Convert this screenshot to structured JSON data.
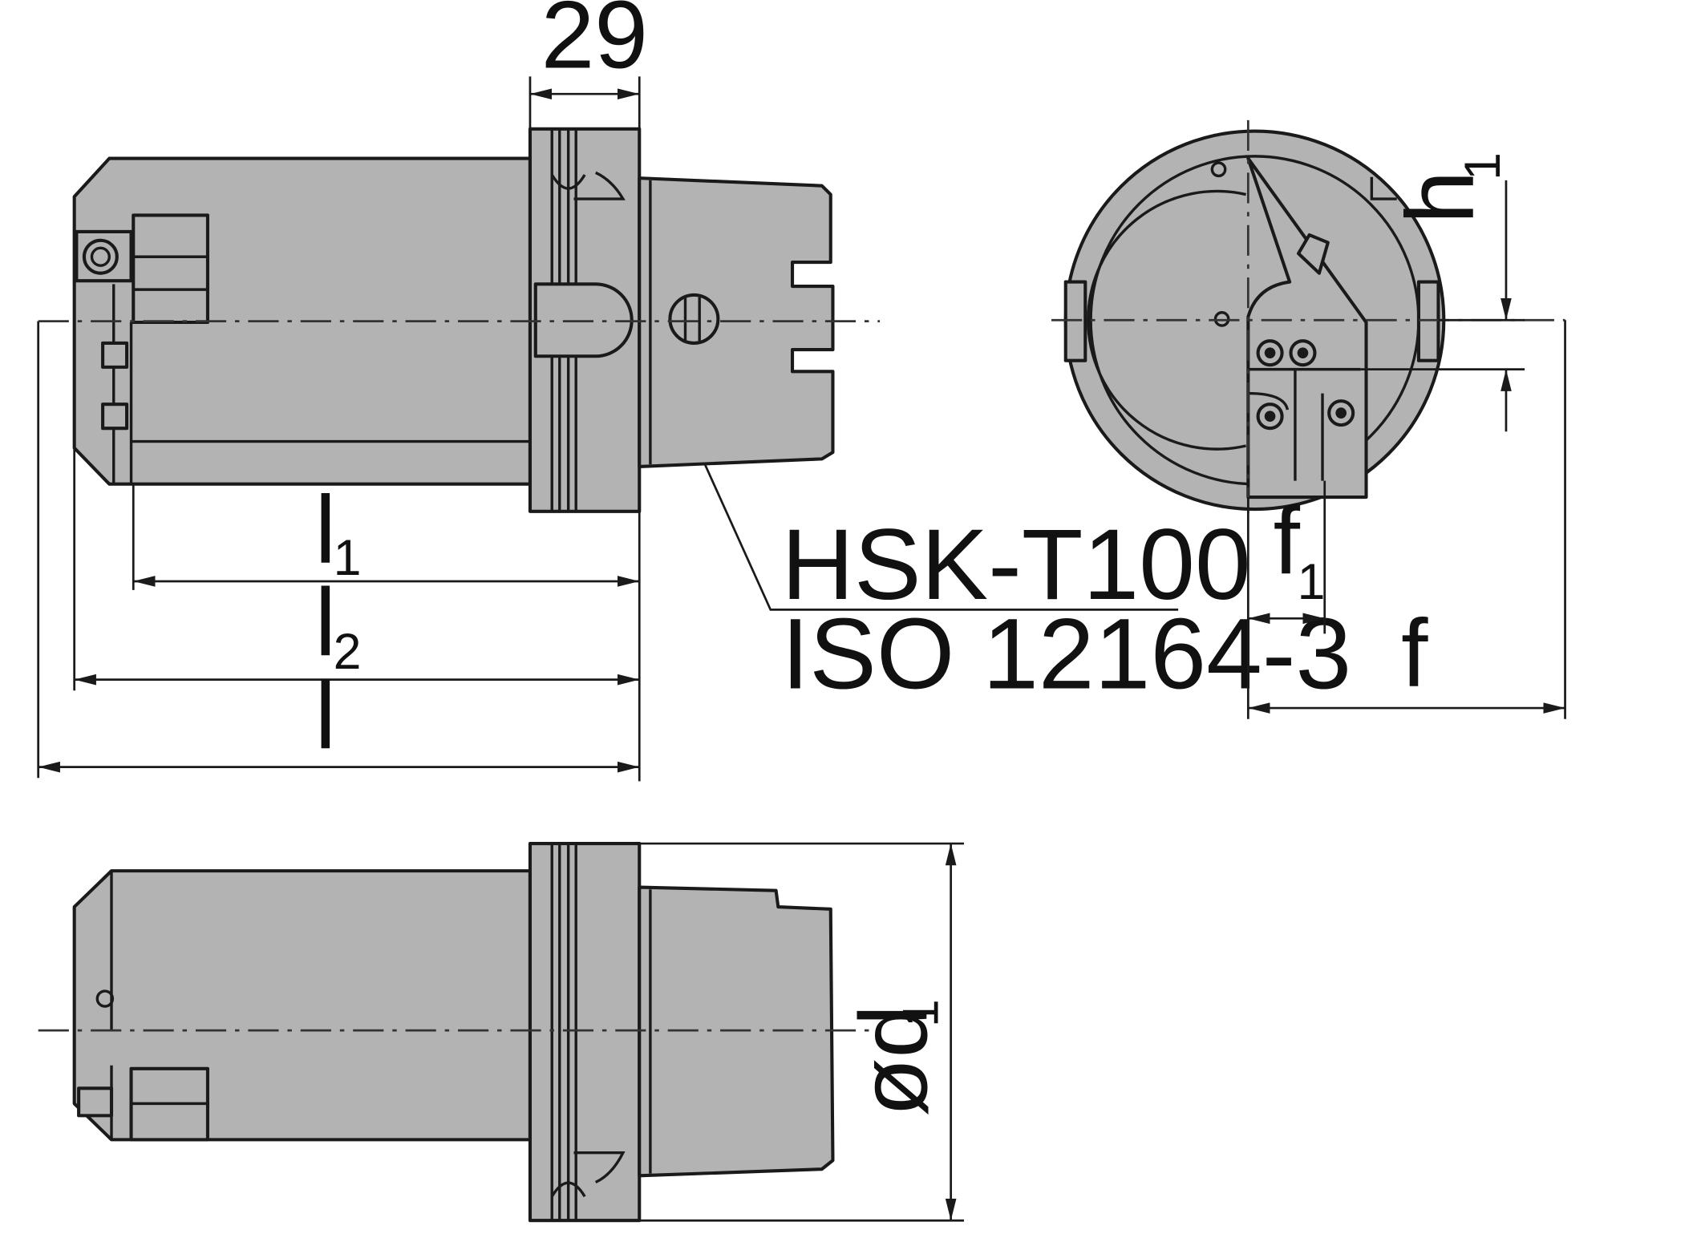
{
  "dimensions": {
    "width_29": "29",
    "l1_main": "l",
    "l1_sub": "1",
    "l2_main": "l",
    "l2_sub": "2",
    "l_main": "l",
    "h1_main": "h",
    "h1_sub": "1",
    "f1_main": "f",
    "f1_sub": "1",
    "f_main": "f",
    "d1_main": "ød",
    "d1_sub": "1"
  },
  "callout": {
    "line1": "HSK-T100",
    "line2": "ISO 12164-3"
  },
  "colors": {
    "part_fill": "#b3b3b3",
    "outline": "#1a1a1a",
    "background": "#ffffff"
  }
}
